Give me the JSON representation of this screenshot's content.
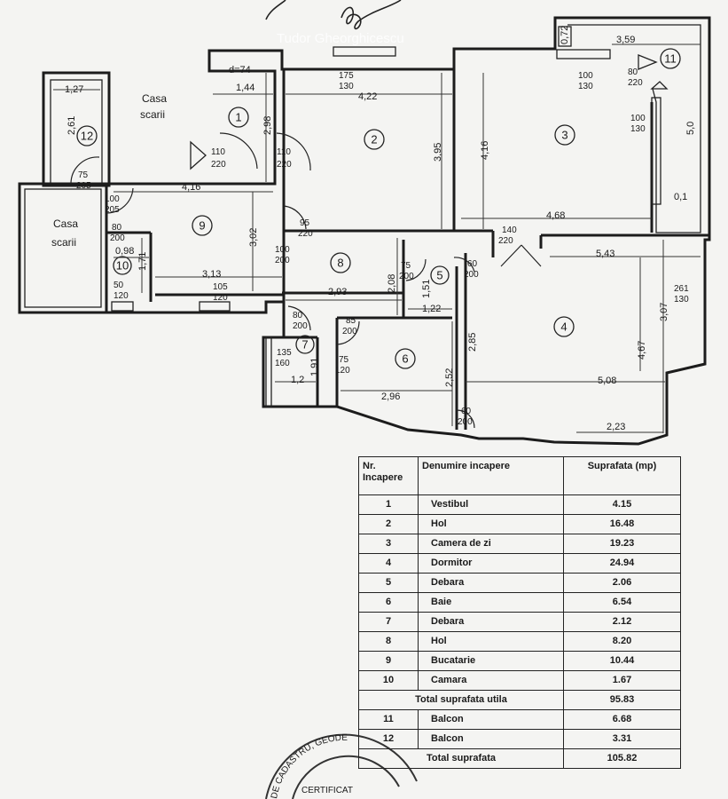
{
  "watermark": "Tudor Gheorghicescu",
  "casa_scarii_top": {
    "line1": "Casa",
    "line2": "scarii"
  },
  "casa_scarii_left": {
    "line1": "Casa",
    "line2": "scarii"
  },
  "room_numbers": [
    "1",
    "2",
    "3",
    "4",
    "5",
    "6",
    "7",
    "8",
    "9",
    "10",
    "11",
    "12"
  ],
  "dimensions": {
    "d74": "d=74",
    "d_1_27": "1,27",
    "d_2_61": "2,61",
    "d_1_44": "1,44",
    "d_2_98": "2,98",
    "d_4_22": "4,22",
    "d_3_95": "3,95",
    "d_4_16_v": "4,16",
    "d_0_72": "0,72",
    "d_3_59": "3,59",
    "d_5_0": "5,0",
    "d_0_1": "0,1",
    "d_4_68": "4,68",
    "d_5_43": "5,43",
    "d_4_16_h": "4,16",
    "d_3_02": "3,02",
    "d_0_98": "0,98",
    "d_1_71": "1,71",
    "d_3_13": "3,13",
    "d_2_93": "2,93",
    "d_2_08": "2,08",
    "d_1_51": "1,51",
    "d_1_22": "1,22",
    "d_2_85": "2,85",
    "d_3_07": "3,07",
    "d_4_67": "4,67",
    "d_5_08": "5,08",
    "d_2_52": "2,52",
    "d_2_96": "2,96",
    "d_1_2": "1,2",
    "d_1_91": "1,91",
    "d_2_23": "2,23"
  },
  "door_labels": {
    "w_175_130": [
      "175",
      "130"
    ],
    "w_100_130_top": [
      "100",
      "130"
    ],
    "w_80_220_top": [
      "80",
      "220"
    ],
    "w_100_130_side": [
      "100",
      "130"
    ],
    "d_110_220_a": [
      "110",
      "220"
    ],
    "d_110_220_b": [
      "110",
      "220"
    ],
    "d_75_205": [
      "75",
      "205"
    ],
    "d_100_205": [
      "100",
      "205"
    ],
    "d_80_200_a": [
      "80",
      "200"
    ],
    "d_50_120": [
      "50",
      "120"
    ],
    "d_105_120": [
      "105",
      "120"
    ],
    "d_95_220": [
      "95",
      "220"
    ],
    "d_100_200": [
      "100",
      "200"
    ],
    "d_140_220": [
      "140",
      "220"
    ],
    "d_75_200": [
      "75",
      "200"
    ],
    "d_60_200_a": [
      "60",
      "200"
    ],
    "d_80_200_b": [
      "80",
      "200"
    ],
    "d_85_200": [
      "85",
      "200"
    ],
    "d_135_160": [
      "135",
      "160"
    ],
    "d_75_120": [
      "75",
      "120"
    ],
    "d_60_200_b": [
      "60",
      "200"
    ],
    "d_261_130": [
      "261",
      "130"
    ]
  },
  "table": {
    "header": {
      "nr": "Nr. Incapere",
      "name": "Denumire incapere",
      "area": "Suprafata (mp)"
    },
    "rows": [
      {
        "nr": "1",
        "name": "Vestibul",
        "area": "4.15"
      },
      {
        "nr": "2",
        "name": "Hol",
        "area": "16.48"
      },
      {
        "nr": "3",
        "name": "Camera de zi",
        "area": "19.23"
      },
      {
        "nr": "4",
        "name": "Dormitor",
        "area": "24.94"
      },
      {
        "nr": "5",
        "name": "Debara",
        "area": "2.06"
      },
      {
        "nr": "6",
        "name": "Baie",
        "area": "6.54"
      },
      {
        "nr": "7",
        "name": "Debara",
        "area": "2.12"
      },
      {
        "nr": "8",
        "name": "Hol",
        "area": "8.20"
      },
      {
        "nr": "9",
        "name": "Bucatarie",
        "area": "10.44"
      },
      {
        "nr": "10",
        "name": "Camara",
        "area": "1.67"
      }
    ],
    "total_utila": {
      "label": "Total suprafata utila",
      "area": "95.83"
    },
    "balconies": [
      {
        "nr": "11",
        "name": "Balcon",
        "area": "6.68"
      },
      {
        "nr": "12",
        "name": "Balcon",
        "area": "3.31"
      }
    ],
    "total": {
      "label": "Total suprafata",
      "area": "105.82"
    }
  },
  "stamp": {
    "ring_text": "DE CADASTRU, GEODE",
    "center_text": "CERTIFICAT"
  }
}
